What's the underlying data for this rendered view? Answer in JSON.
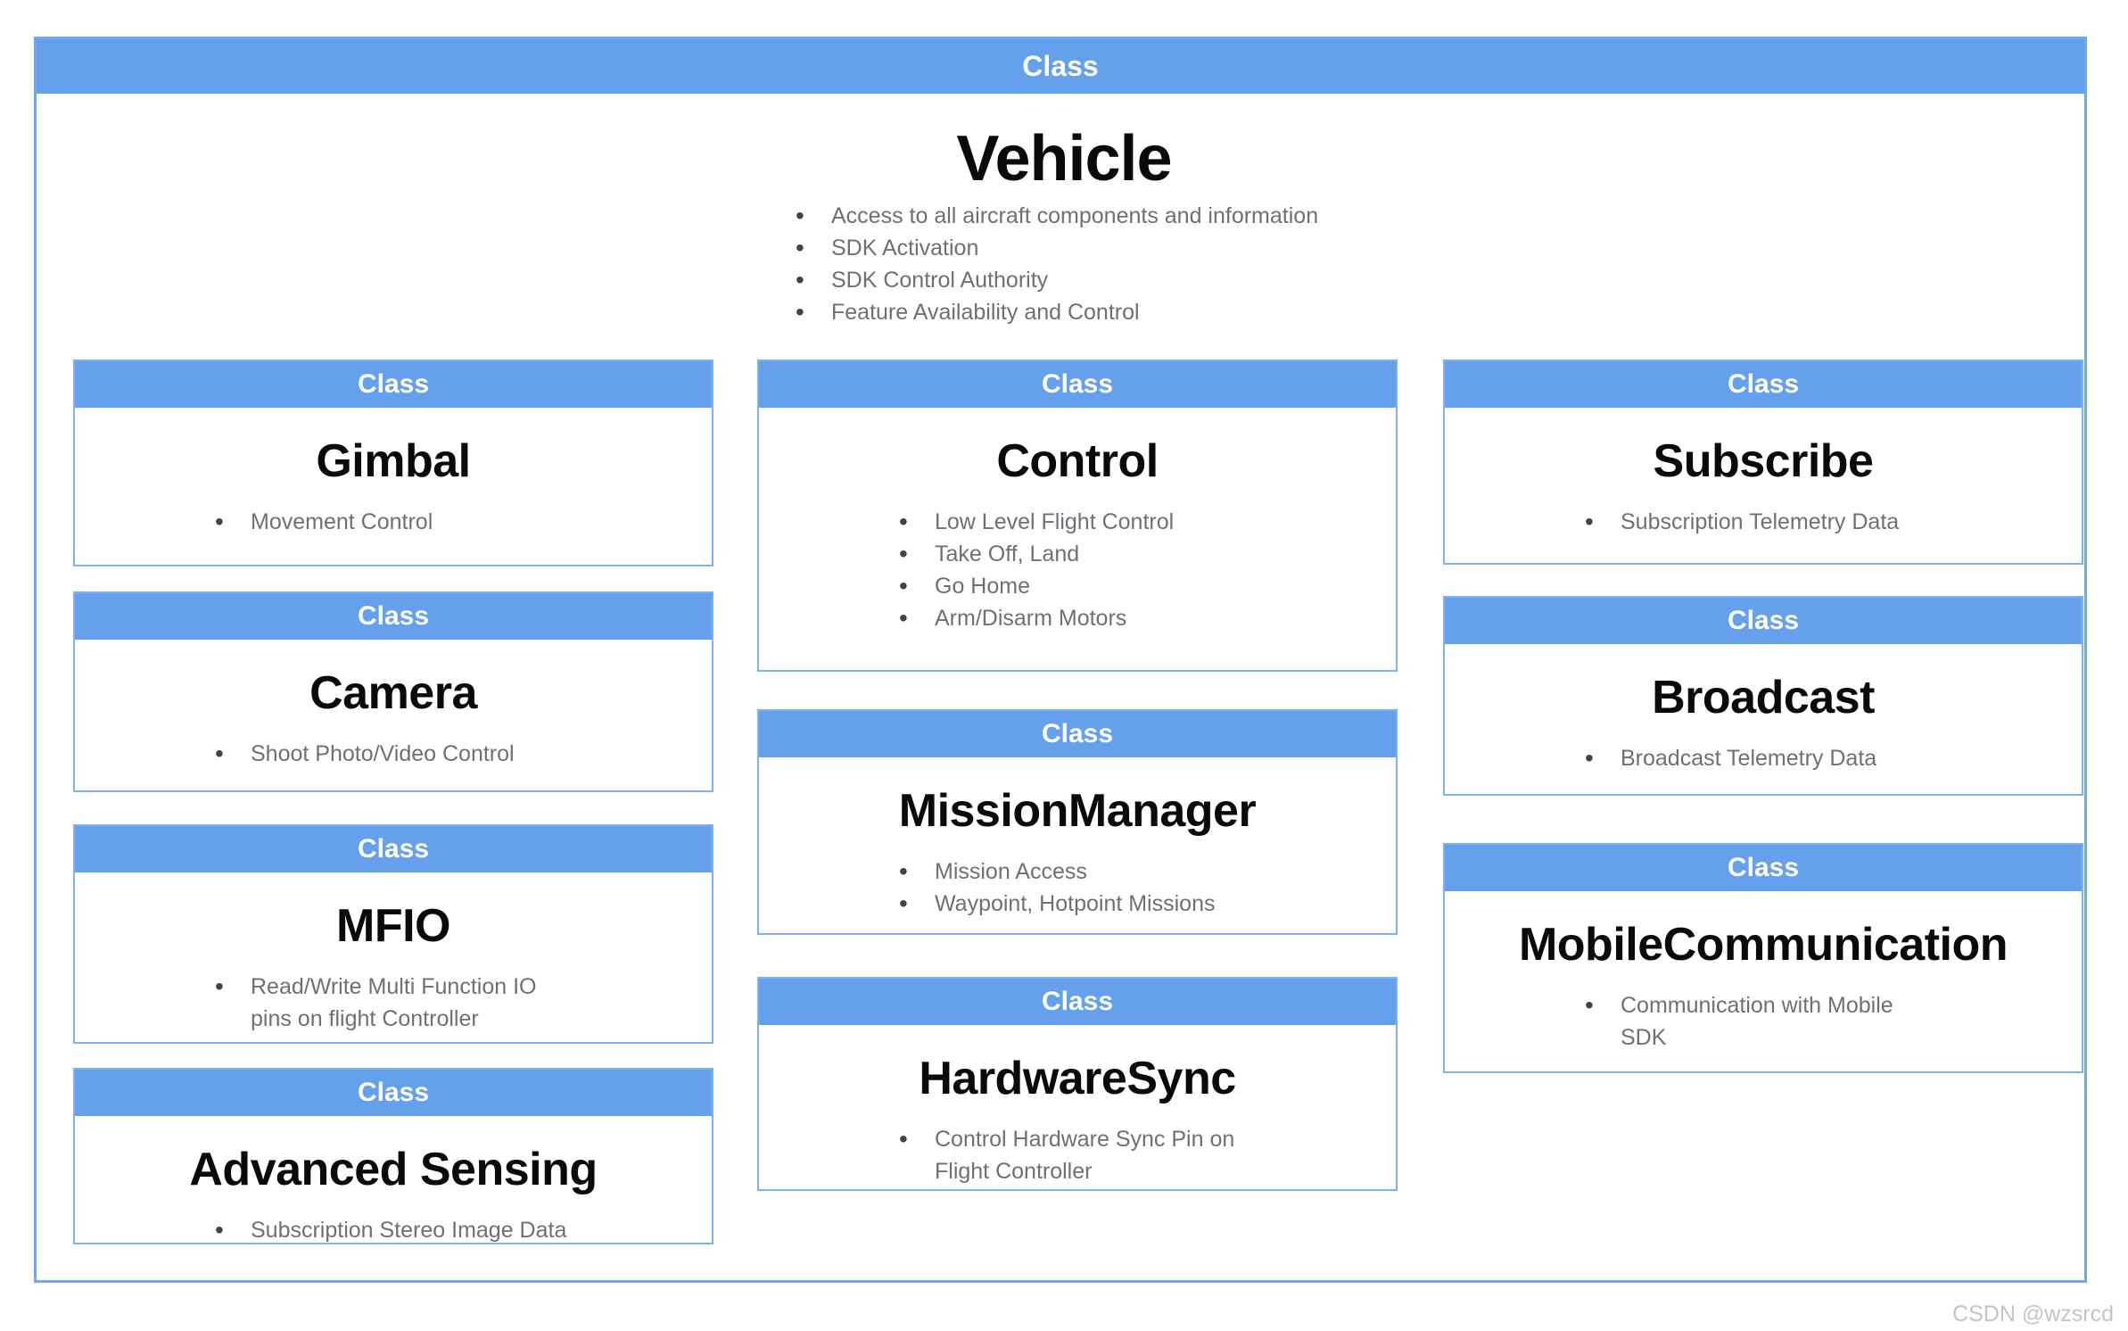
{
  "colors": {
    "header_blue": "#64A0EB",
    "box_border": "#7EB1F0",
    "outer_border": "#6FA8F0",
    "header_text": "#FFFFFF",
    "title_text": "#0A0A0A",
    "bullet_text": "#6C7176",
    "bullet_dot": "#3F4448",
    "watermark": "#C4C4C4",
    "background": "#FFFFFF"
  },
  "vehicle": {
    "header_label": "Class",
    "title": "Vehicle",
    "bullets": [
      "Access to all aircraft components and information",
      "SDK Activation",
      "SDK Control Authority",
      "Feature Availability and Control"
    ]
  },
  "boxes": {
    "gimbal": {
      "header_label": "Class",
      "title": "Gimbal",
      "bullets": [
        "Movement Control"
      ]
    },
    "camera": {
      "header_label": "Class",
      "title": "Camera",
      "bullets": [
        "Shoot Photo/Video Control"
      ]
    },
    "mfio": {
      "header_label": "Class",
      "title": "MFIO",
      "bullets": [
        "Read/Write Multi Function IO\npins on flight Controller"
      ]
    },
    "advsensing": {
      "header_label": "Class",
      "title": "Advanced Sensing",
      "bullets": [
        "Subscription Stereo Image Data"
      ]
    },
    "control": {
      "header_label": "Class",
      "title": "Control",
      "bullets": [
        "Low Level Flight Control",
        "Take Off, Land",
        "Go Home",
        "Arm/Disarm Motors"
      ]
    },
    "missionmanager": {
      "header_label": "Class",
      "title": "MissionManager",
      "bullets": [
        "Mission Access",
        "Waypoint, Hotpoint Missions"
      ]
    },
    "hardwaresync": {
      "header_label": "Class",
      "title": "HardwareSync",
      "bullets": [
        "Control Hardware Sync Pin on\nFlight Controller"
      ]
    },
    "subscribe": {
      "header_label": "Class",
      "title": "Subscribe",
      "bullets": [
        "Subscription Telemetry Data"
      ]
    },
    "broadcast": {
      "header_label": "Class",
      "title": "Broadcast",
      "bullets": [
        "Broadcast Telemetry Data"
      ]
    },
    "mobilecomm": {
      "header_label": "Class",
      "title": "MobileCommunication",
      "bullets": [
        "Communication with Mobile\nSDK"
      ]
    }
  },
  "watermark": "CSDN @wzsrcd"
}
